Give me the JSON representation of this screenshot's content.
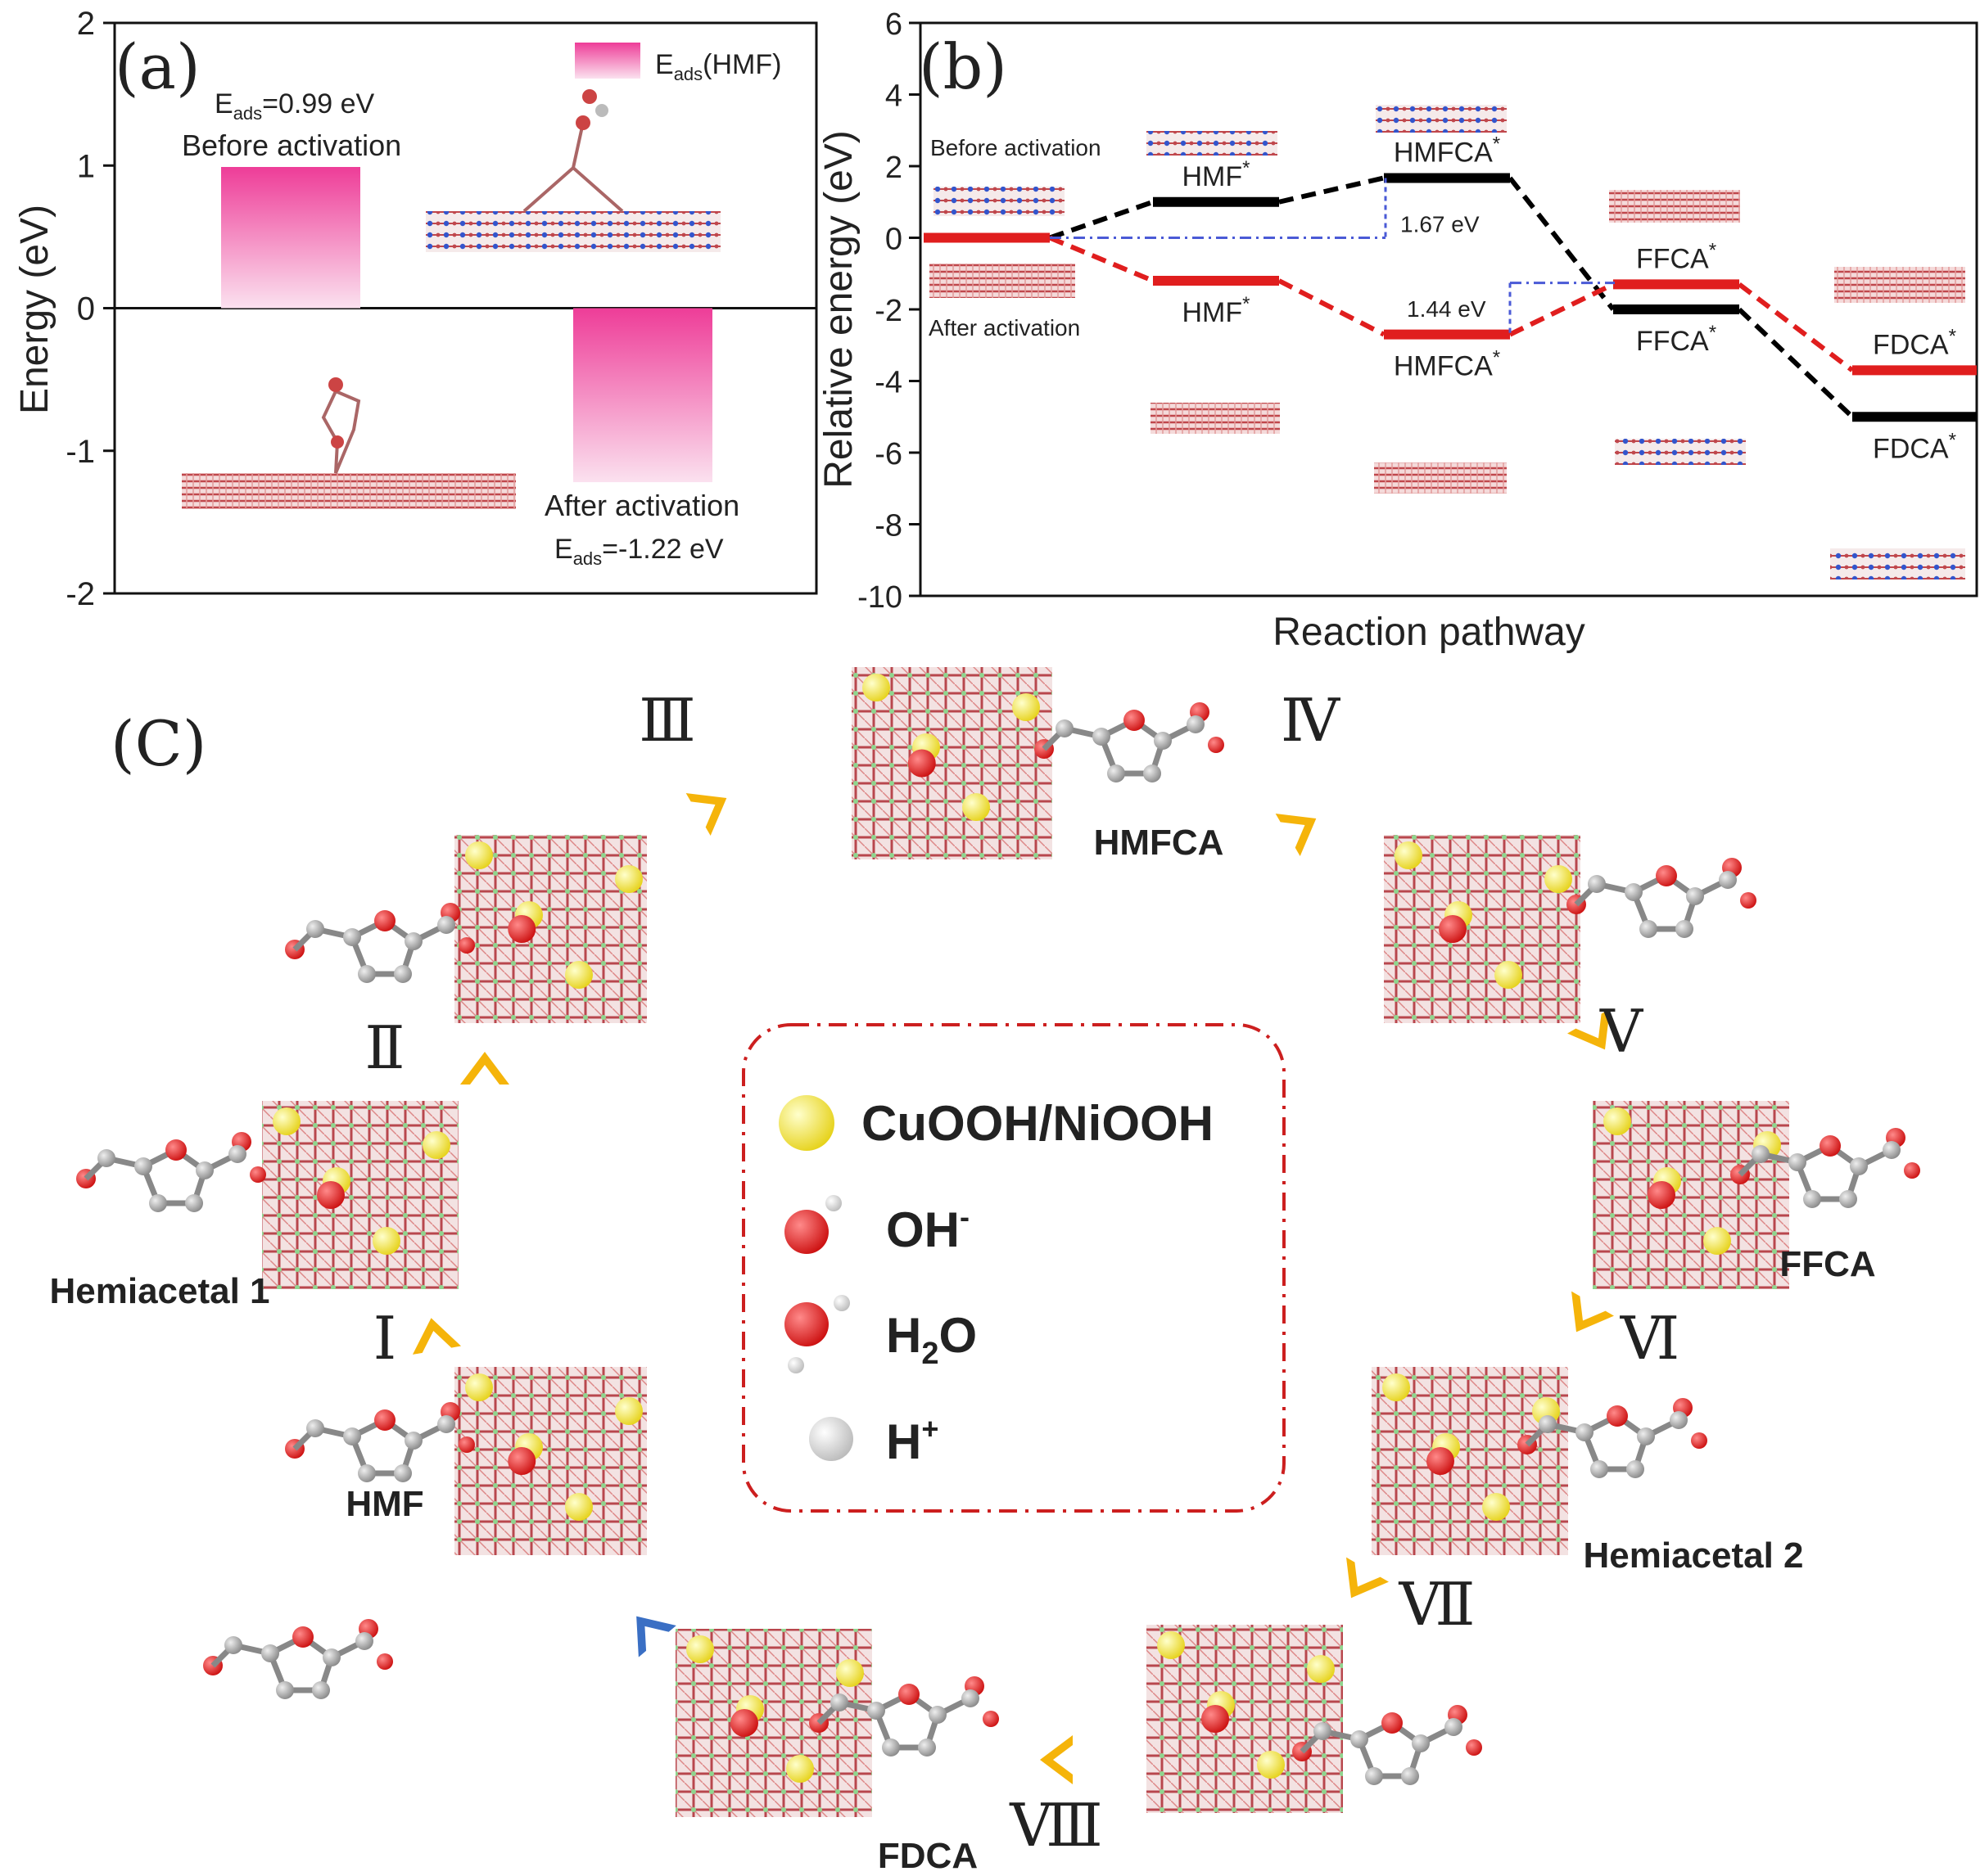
{
  "chart_data": [
    {
      "type": "bar",
      "panel_label": "(a)",
      "ylabel": "Energy (eV)",
      "ylim": [
        -2,
        2
      ],
      "yticks": [
        "2",
        "1",
        "0",
        "-1",
        "-2"
      ],
      "legend": "E_ads(HMF)",
      "legend_main": "E",
      "legend_sub": "ads",
      "legend_suffix": "(HMF)",
      "categories": [
        "Before activation",
        "After activation"
      ],
      "values": [
        0.99,
        -1.22
      ],
      "ann_before_eads_main": "E",
      "ann_before_eads_sub": "ads",
      "ann_before_eads_val": "=0.99 eV",
      "ann_before_label": "Before activation",
      "ann_after_label": "After activation",
      "ann_after_eads_main": "E",
      "ann_after_eads_sub": "ads",
      "ann_after_eads_val": "=-1.22 eV",
      "bar_color": "#ee3d98"
    },
    {
      "type": "line",
      "panel_label": "(b)",
      "xlabel": "Reaction pathway",
      "ylabel": "Relative energy (eV)",
      "ylim": [
        -10,
        6
      ],
      "yticks": [
        "6",
        "4",
        "2",
        "0",
        "-2",
        "-4",
        "-6",
        "-8",
        "-10"
      ],
      "inset_before": "Before activation",
      "inset_after": "After activation",
      "series": [
        {
          "name": "Before activation",
          "color": "#000000",
          "points": [
            {
              "label": "",
              "y": 0.0
            },
            {
              "label": "HMF*",
              "y": 1.0
            },
            {
              "label": "HMFCA*",
              "y": 1.67
            },
            {
              "label": "FFCA*",
              "y": -2.0
            },
            {
              "label": "FDCA*",
              "y": -5.0
            }
          ]
        },
        {
          "name": "After activation",
          "color": "#e01e1e",
          "points": [
            {
              "label": "",
              "y": 0.0
            },
            {
              "label": "HMF*",
              "y": -1.2
            },
            {
              "label": "HMFCA*",
              "y": -2.7
            },
            {
              "label": "FFCA*",
              "y": -1.3
            },
            {
              "label": "FDCA*",
              "y": -3.7
            }
          ]
        }
      ],
      "annotations": [
        "1.67 eV",
        "1.44 eV"
      ]
    }
  ],
  "panel_c": {
    "panel_label": "(C)",
    "steps": [
      "Ⅰ",
      "Ⅱ",
      "Ⅲ",
      "Ⅳ",
      "Ⅴ",
      "Ⅵ",
      "Ⅶ",
      "Ⅷ"
    ],
    "species": [
      "Hemiacetal 1",
      "HMF",
      "HMFCA",
      "FFCA",
      "Hemiacetal 2",
      "FDCA"
    ],
    "legend": {
      "cuooh": "CuOOH/NiOOH",
      "oh_main": "OH",
      "oh_sup": "-",
      "h2o_h": "H",
      "h2o_sub": "2",
      "h2o_o": "O",
      "h_main": "H",
      "h_sup": "+"
    },
    "colors": {
      "arrow": "#f5b40a",
      "arrow_blue": "#3a6fc4",
      "legend_border": "#cc1f1f"
    }
  }
}
